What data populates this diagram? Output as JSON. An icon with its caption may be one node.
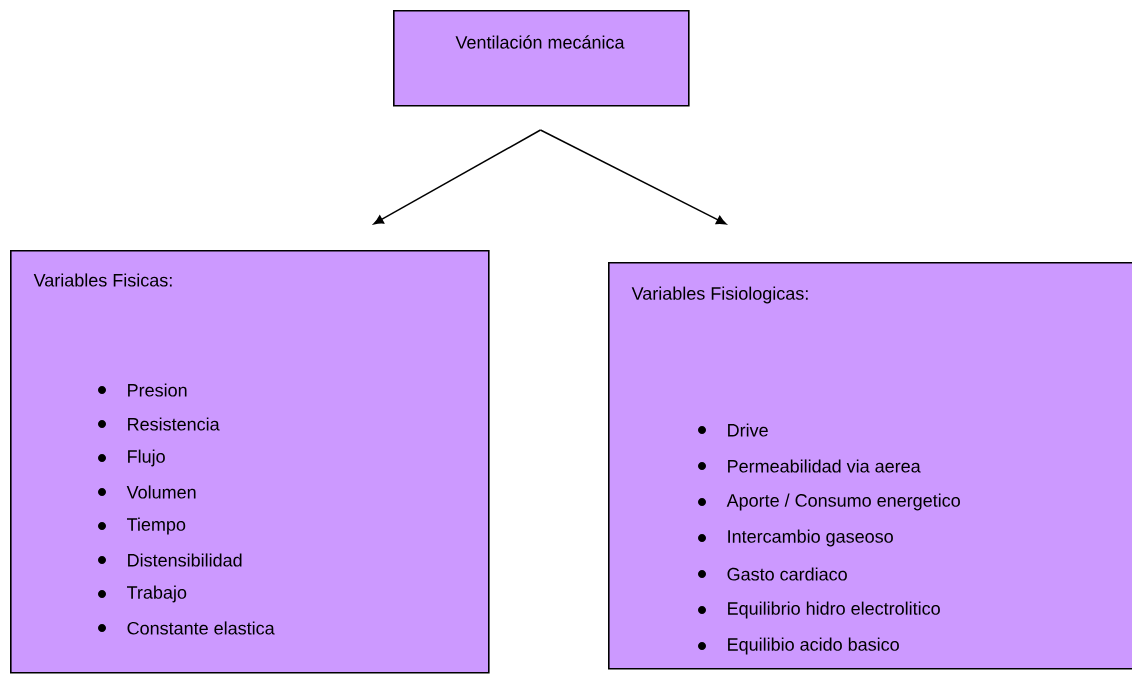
{
  "diagram": {
    "nodes": [
      {
        "text": [
          "Ventilación mecánica"
        ]
      },
      {
        "text": [
          "Variables Fisicas:",
          "Presion",
          "Resistencia",
          "Flujo",
          "Volumen",
          "Tiempo",
          "Distensibilidad",
          "Trabajo",
          "Constante elastica"
        ]
      },
      {
        "text": [
          "Variables Fisiologicas:",
          "Drive",
          "Permeabilidad via aerea",
          "Aporte / Consumo energetico",
          "Intercambio gaseoso",
          "Gasto cardiaco",
          "Equilibrio hidro electrolitico",
          "Equilibio acido basico"
        ]
      }
    ],
    "edges": [
      {
        "from": 0,
        "to": 1,
        "arrow": "to"
      },
      {
        "from": 0,
        "to": 2,
        "arrow": "to"
      }
    ]
  }
}
